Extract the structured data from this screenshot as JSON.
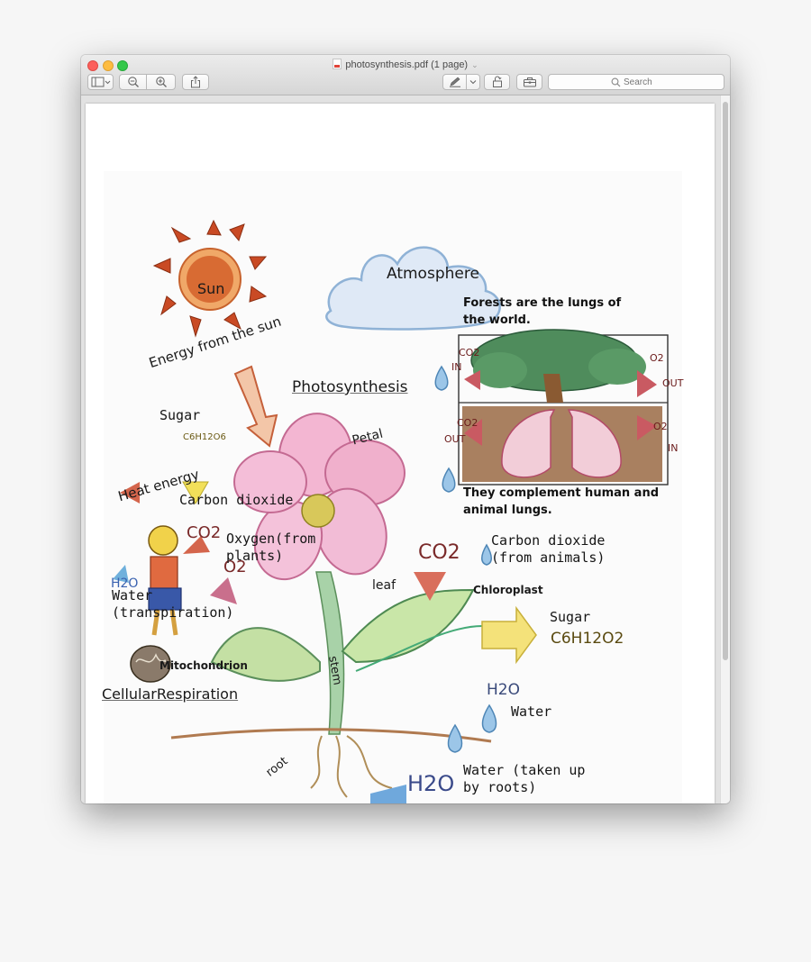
{
  "window": {
    "title": "photosynthesis.pdf (1 page)",
    "title_chevron": "⌄"
  },
  "toolbar": {
    "search_placeholder": "Search",
    "icons": [
      "sidebar-icon",
      "chevron-down-icon",
      "zoom-out-icon",
      "zoom-in-icon",
      "share-icon",
      "markup-pen-icon",
      "chevron-down-icon",
      "rotate-icon",
      "toolbox-icon",
      "search-icon"
    ]
  },
  "diagram": {
    "sun": "Sun",
    "atmosphere": "Atmosphere",
    "energy_from_sun": "Energy from the sun",
    "photosynthesis": "Photosynthesis",
    "sugar_left": "Sugar",
    "sugar_formula_left": "C6H12O6",
    "heat_energy": "Heat energy",
    "carbon_dioxide": "Carbon dioxide",
    "co2_left": "CO2",
    "o2_left": "O2",
    "oxygen_line1": "Oxygen(from",
    "oxygen_line2": "plants)",
    "h2o_small": "H2O",
    "water_transpiration_line1": "Water",
    "water_transpiration_line2": "(transpiration)",
    "mitochondrion": "Mitochondrion",
    "cellular_respiration": "CellularRespiration",
    "petal": "Petal",
    "leaf": "leaf",
    "stem": "stem",
    "root": "root",
    "forests_line1": "Forests are the lungs of",
    "forests_line2": "the world.",
    "co2_in_formula": "CO2",
    "co2_in_word": "IN",
    "o2_out_formula": "O2",
    "o2_out_word": "OUT",
    "co2_out_formula": "CO2",
    "co2_out_word": "OUT",
    "o2_in_formula": "O2",
    "o2_in_word": "IN",
    "complement_line1": "They complement human and",
    "complement_line2": "animal lungs.",
    "co2_right": "CO2",
    "carbon_dioxide_animals_line1": "Carbon dioxide",
    "carbon_dioxide_animals_line2": "(from animals)",
    "chloroplast": "Chloroplast",
    "sugar_right": "Sugar",
    "sugar_formula_right": "C6H12O2",
    "h2o_water": "H2O",
    "water": "Water",
    "water_roots_line1": "Water (taken up",
    "water_roots_line2": "by roots)",
    "h2o_bottom": "H2O"
  }
}
